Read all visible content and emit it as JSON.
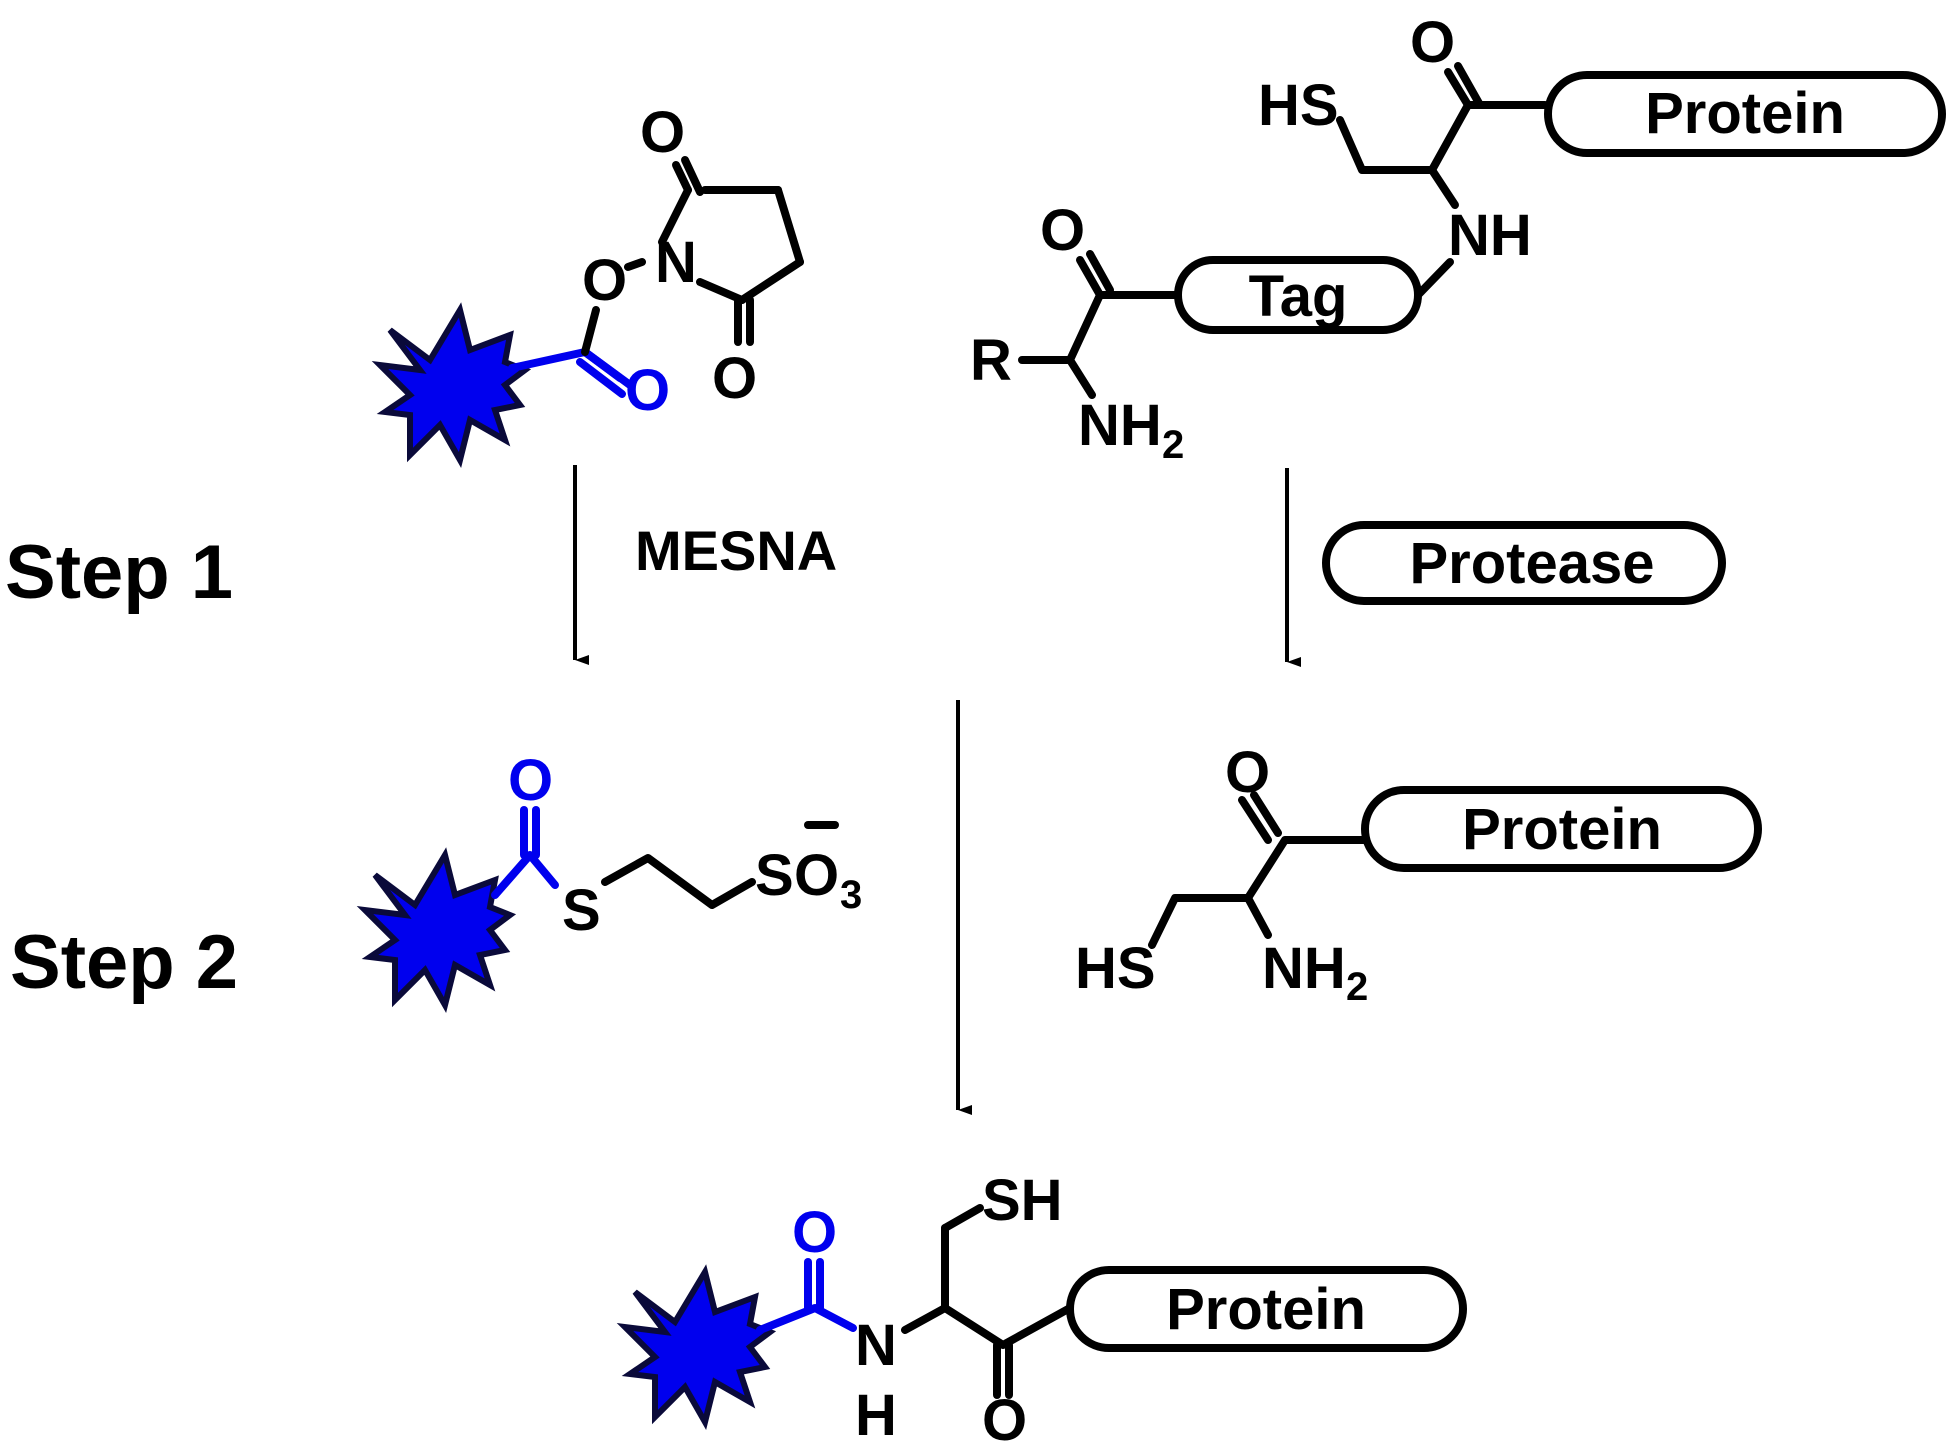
{
  "steps": {
    "step1": "Step 1",
    "step2": "Step 2"
  },
  "reagents": {
    "mesna": "MESNA",
    "protease": "Protease"
  },
  "labels": {
    "protein": "Protein",
    "tag": "Tag"
  },
  "atoms": {
    "O": "O",
    "N": "N",
    "S": "S",
    "R": "R",
    "NH": "NH",
    "NH2_base": "NH",
    "sub2": "2",
    "sub3": "3",
    "HS": "HS",
    "SH": "SH",
    "H": "H",
    "minus": "−"
  },
  "colors": {
    "highlight": "#0000ee",
    "ink": "#000000",
    "star_outline": "#0a0a3a"
  },
  "icons": {
    "fluorophore": "blue-star-burst-icon"
  }
}
